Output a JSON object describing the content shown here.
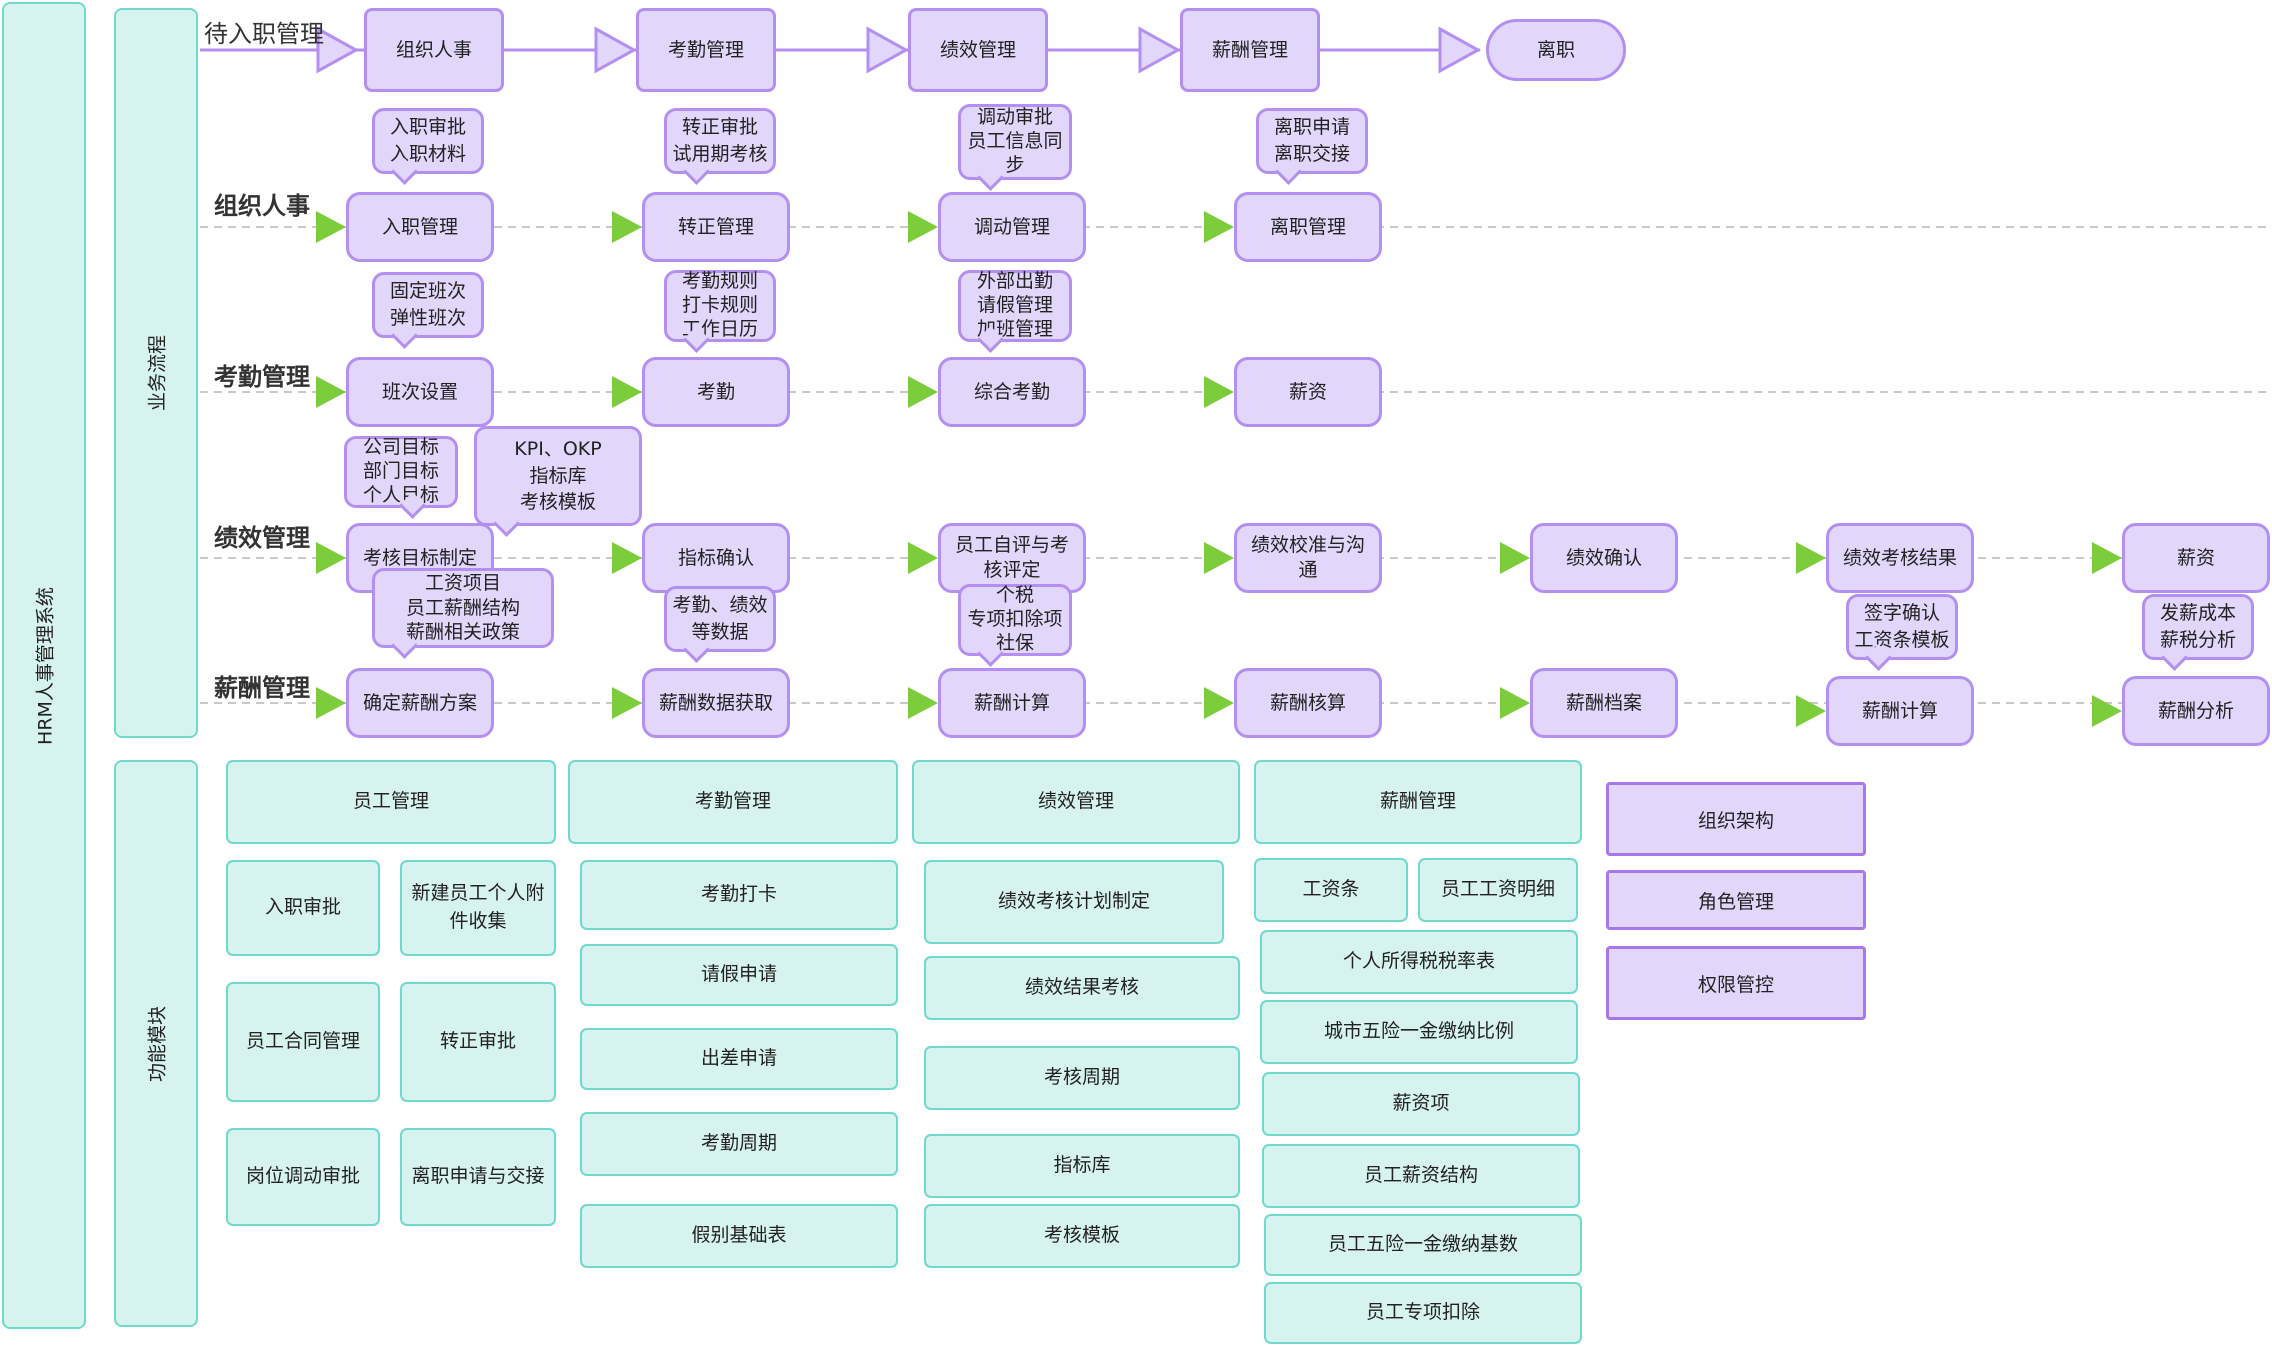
{
  "system_title": "HRM人事管理系统",
  "section_flow": "业务流程",
  "section_modules": "功能模块",
  "top_flow": {
    "start_label": "待入职管理",
    "nodes": [
      "组织人事",
      "考勤管理",
      "绩效管理",
      "薪酬管理",
      "离职"
    ]
  },
  "rows": {
    "org": {
      "label": "组织人事",
      "nodes": [
        "入职管理",
        "转正管理",
        "调动管理",
        "离职管理"
      ],
      "notes": [
        [
          "入职审批",
          "入职材料"
        ],
        [
          "转正审批",
          "试用期考核"
        ],
        [
          "调动审批",
          "员工信息同",
          "步"
        ],
        [
          "离职申请",
          "离职交接"
        ]
      ]
    },
    "attendance": {
      "label": "考勤管理",
      "nodes": [
        "班次设置",
        "考勤",
        "综合考勤",
        "薪资"
      ],
      "notes": [
        [
          "固定班次",
          "弹性班次"
        ],
        [
          "考勤规则",
          "打卡规则",
          "工作日历"
        ],
        [
          "外部出勤",
          "请假管理",
          "加班管理"
        ]
      ]
    },
    "performance": {
      "label": "绩效管理",
      "nodes": [
        "考核目标制定",
        "指标确认",
        "员工自评与考核评定",
        "绩效校准与沟通",
        "绩效确认",
        "绩效考核结果",
        "薪资"
      ],
      "notes": [
        [
          "公司目标",
          "部门目标",
          "个人目标"
        ],
        [
          "KPI、OKP",
          "指标库",
          "考核模板"
        ]
      ]
    },
    "salary": {
      "label": "薪酬管理",
      "nodes": [
        "确定薪酬方案",
        "薪酬数据获取",
        "薪酬计算",
        "薪酬核算",
        "薪酬档案",
        "薪酬计算",
        "薪酬分析"
      ],
      "notes": [
        [
          "工资项目",
          "员工薪酬结构",
          "薪酬相关政策"
        ],
        [
          "考勤、绩效",
          "等数据"
        ],
        [
          "个税",
          "专项扣除项",
          "社保"
        ],
        [
          "签字确认",
          "工资条模板"
        ],
        [
          "发薪成本",
          "薪税分析"
        ]
      ]
    }
  },
  "modules": {
    "employee": {
      "title": "员工管理",
      "items": [
        "入职审批",
        "新建员工个人附件收集",
        "员工合同管理",
        "转正审批",
        "岗位调动审批",
        "离职申请与交接"
      ]
    },
    "attendance": {
      "title": "考勤管理",
      "items": [
        "考勤打卡",
        "请假申请",
        "出差申请",
        "考勤周期",
        "假别基础表"
      ]
    },
    "performance": {
      "title": "绩效管理",
      "items": [
        "绩效考核计划制定",
        "绩效结果考核",
        "考核周期",
        "指标库",
        "考核模板"
      ]
    },
    "salary": {
      "title": "薪酬管理",
      "items": [
        "工资条",
        "员工工资明细",
        "个人所得税税率表",
        "城市五险一金缴纳比例",
        "薪资项",
        "员工薪资结构",
        "员工五险一金缴纳基数",
        "员工专项扣除"
      ]
    },
    "system": {
      "items": [
        "组织架构",
        "角色管理",
        "权限管控"
      ]
    }
  },
  "colors": {
    "teal_fill": "#d7f3ef",
    "teal_border": "#6fd9cc",
    "purple_fill": "#e2d7fb",
    "purple_border": "#b28ff0",
    "arrow_green": "#7ccc3c"
  }
}
